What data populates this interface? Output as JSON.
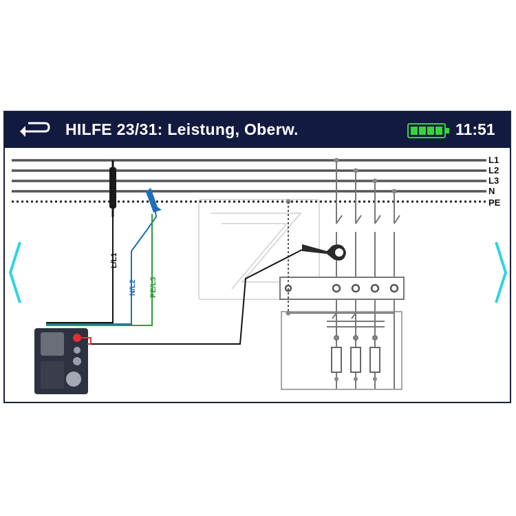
{
  "header": {
    "title": "HILFE 23/31: Leistung, Oberw.",
    "time": "11:51",
    "battery_level": 1.0,
    "battery_color": "#35d63a",
    "background_color": "#131a40"
  },
  "icons": {
    "back": "back-arrow-icon",
    "prev": "chevron-left-icon",
    "next": "chevron-right-icon",
    "battery": "battery-icon"
  },
  "diagram": {
    "bus_labels": [
      "L1",
      "L2",
      "L3",
      "N",
      "PE"
    ],
    "lead_labels": {
      "l_l1": "L/L1",
      "n_l2": "N/L2",
      "pe_l3": "PE/L3"
    },
    "colors": {
      "l_lead": "#111111",
      "n_lead": "#1f6fb8",
      "pe_lead": "#2f9a3a",
      "nav_arrow": "#2fd3e0"
    }
  }
}
